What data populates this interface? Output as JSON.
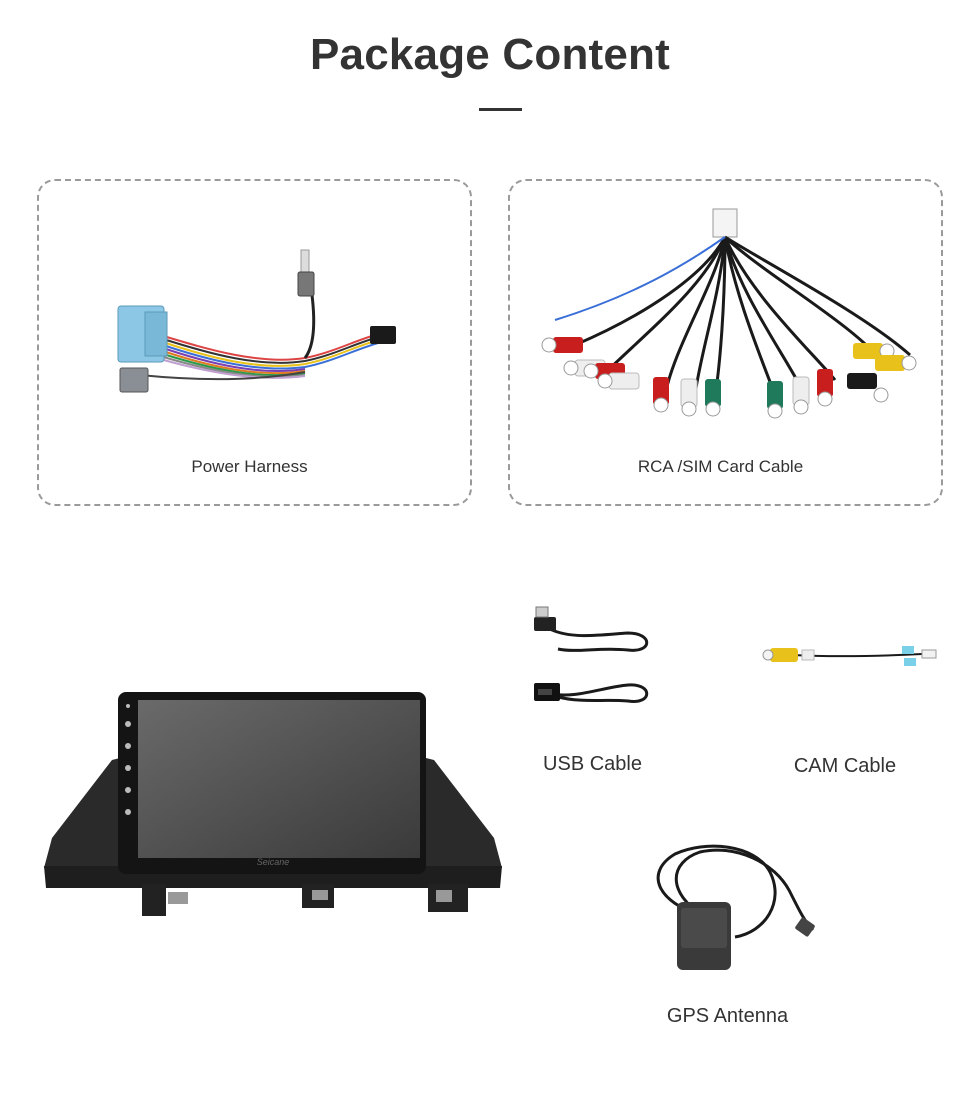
{
  "header": {
    "title": "Package Content"
  },
  "items": {
    "power_harness": {
      "label": "Power Harness"
    },
    "rca_sim_cable": {
      "label": "RCA /SIM Card Cable"
    },
    "usb_cable": {
      "label": "USB Cable"
    },
    "cam_cable": {
      "label": "CAM Cable"
    },
    "gps_antenna": {
      "label": "GPS Antenna"
    },
    "head_unit": {
      "brand": "Seicane"
    }
  },
  "colors": {
    "title": "#333333",
    "card_border": "#9a9a9a",
    "connector_blue": "#8cc8e6",
    "rca_red": "#c81e1e",
    "rca_white": "#eeeeee",
    "rca_yellow": "#e8c21a",
    "rca_green": "#1e7a5a",
    "rca_black": "#1a1a1a"
  }
}
